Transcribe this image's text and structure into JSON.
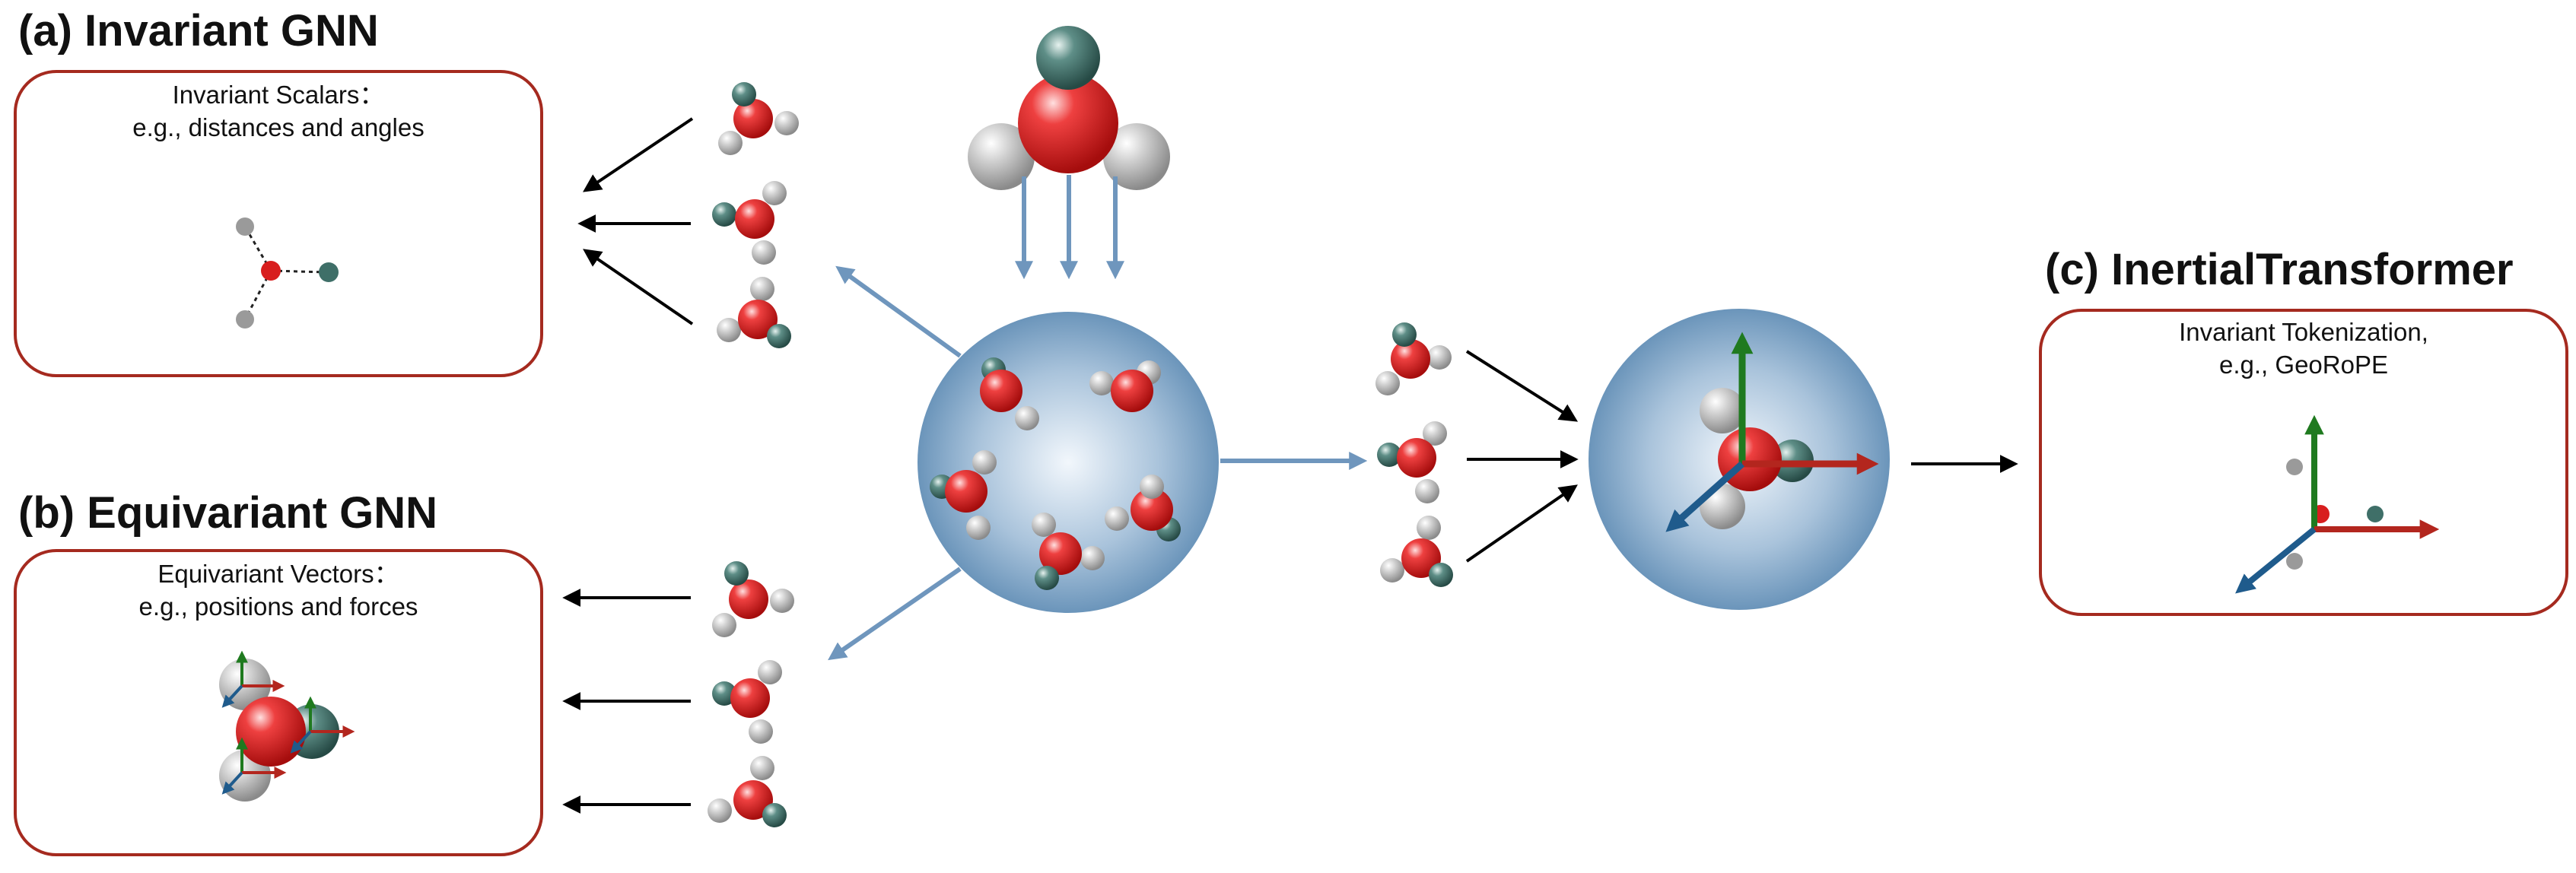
{
  "panels": {
    "a": {
      "title": "(a) Invariant GNN",
      "line1": "Invariant Scalars：",
      "line2": "e.g., distances and angles"
    },
    "b": {
      "title": "(b) Equivariant GNN",
      "line1": "Equivariant Vectors：",
      "line2": "e.g., positions and forces"
    },
    "c": {
      "title": "(c) InertialTransformer",
      "line1": "Invariant Tokenization,",
      "line2": "e.g., GeoRoPE"
    }
  },
  "colors": {
    "box_border": "#a52a1f",
    "oxygen": "#d81e1e",
    "teal_atom": "#3f6f68",
    "hydrogen": "#bdbdbd",
    "sphere": "#5b8ab3",
    "axis_green": "#1f7a1f",
    "axis_red": "#b3261e",
    "axis_blue": "#1f5b8c",
    "flow_arrow": "#6f96bd"
  },
  "icons": [
    "water-molecule-icon",
    "molecule-sphere-icon",
    "axis-frame-icon",
    "arrow-icon"
  ]
}
